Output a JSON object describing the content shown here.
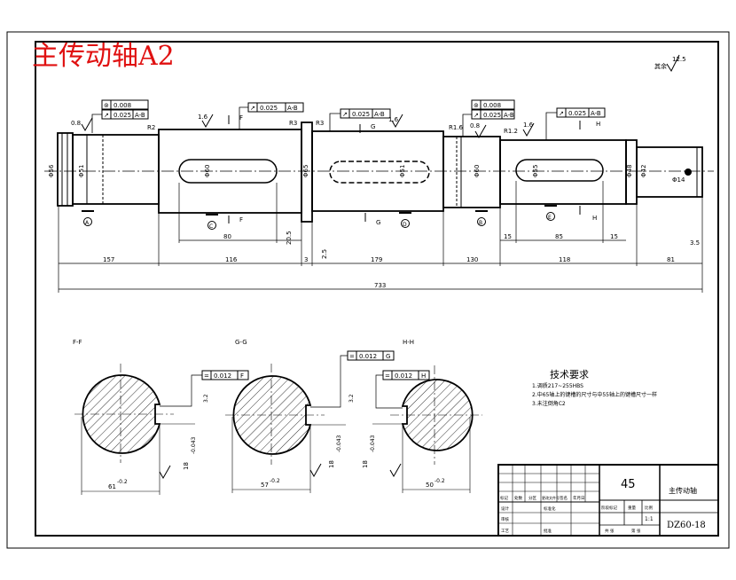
{
  "title": "主传动轴A2",
  "colors": {
    "title": "#e01010",
    "line": "#000000",
    "center": "#000000"
  },
  "roughness_note": "其余",
  "roughness_main": "12.5",
  "dims_bottom": [
    "157",
    "116",
    "3",
    "179",
    "130",
    "118",
    "81"
  ],
  "dim_total": "733",
  "dims_keyway": [
    "80",
    "20.5",
    "15",
    "85",
    "15"
  ],
  "dims_small": [
    "3.5",
    "2.5"
  ],
  "radius_labels": [
    "R2",
    "R3",
    "R1.6",
    "R1.2"
  ],
  "rough_top": [
    "0.8",
    "1.6",
    "1.6",
    "0.8",
    "1.6"
  ],
  "dia_labels": [
    "Φ56",
    "Φ51",
    "Φ60",
    "Φ65",
    "Φ51",
    "Φ60",
    "Φ55",
    "Φ48",
    "Φ14",
    "Φ42"
  ],
  "tol_frames": [
    {
      "sym": "⊚",
      "val": "0.008",
      "ref": ""
    },
    {
      "sym": "↗",
      "val": "0.025",
      "ref": "A-B"
    },
    {
      "sym": "↗",
      "val": "0.025",
      "ref": "A-B"
    },
    {
      "sym": "↗",
      "val": "0.025",
      "ref": "A-B"
    },
    {
      "sym": "⊚",
      "val": "0.008",
      "ref": ""
    },
    {
      "sym": "↗",
      "val": "0.025",
      "ref": "A-B"
    },
    {
      "sym": "↗",
      "val": "0.025",
      "ref": "A-B"
    }
  ],
  "datums": [
    "A",
    "C",
    "D",
    "B",
    "E"
  ],
  "section_markers": [
    "F",
    "F",
    "G",
    "G",
    "H",
    "H"
  ],
  "sections": [
    {
      "label": "F-F",
      "tol": "0.012",
      "ref": "F",
      "dim_dia": "61",
      "dim_tol": "-0.2",
      "dim_key": "18",
      "key_tol": "-0.043",
      "rough": "3.2"
    },
    {
      "label": "G-G",
      "tol": "0.012",
      "ref": "G",
      "dim_dia": "57",
      "dim_tol": "-0.2",
      "dim_key": "18",
      "key_tol": "-0.043",
      "rough": "3.2"
    },
    {
      "label": "H-H",
      "tol": "0.012",
      "ref": "H",
      "dim_dia": "50",
      "dim_tol": "-0.2",
      "dim_key": "18",
      "key_tol": "-0.043",
      "rough": "3.2"
    }
  ],
  "tech_req": {
    "heading": "技术要求",
    "items": [
      "1.调质217~255HBS",
      "2.中65轴上的键槽的尺寸与中55轴上的键槽尺寸一样",
      "3.未注倒角C2"
    ]
  },
  "title_block": {
    "material": "45",
    "name": "主传动轴",
    "code": "DZ60-18",
    "scale": "1:1",
    "headers": [
      "标记",
      "处数",
      "分区",
      "更改文件号",
      "签名",
      "年月日"
    ],
    "roles": [
      "设计",
      "审核",
      "工艺"
    ],
    "stage_labels": [
      "阶段标记",
      "重量",
      "比例"
    ],
    "sheet_labels": [
      "共 张",
      "第 张"
    ],
    "std": "标准化",
    "approve": "批准"
  }
}
